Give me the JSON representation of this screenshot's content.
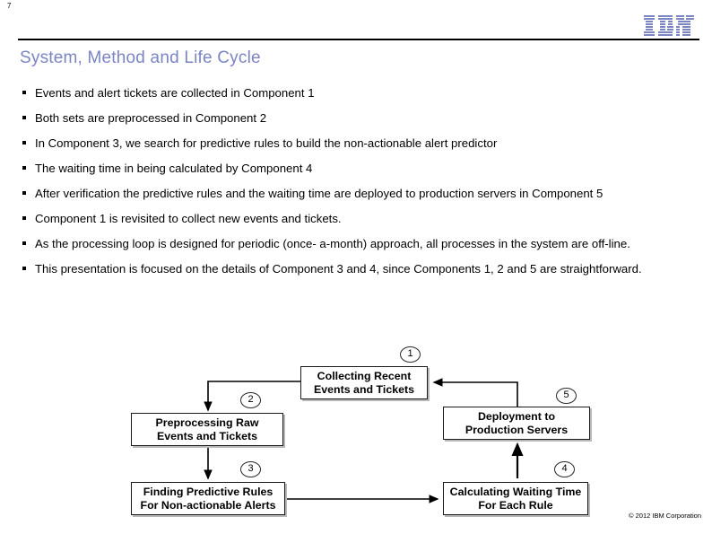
{
  "slide": {
    "number": "7",
    "title": "System, Method and Life Cycle",
    "accent_color": "#7b85c4",
    "text_color": "#000000",
    "background_color": "#ffffff"
  },
  "brand": {
    "logo_name": "IBM",
    "logo_color": "#7b85c4"
  },
  "bullets": [
    {
      "text": "Events and alert tickets are collected in Component 1"
    },
    {
      "text": "Both sets are preprocessed in Component 2"
    },
    {
      "text": "In Component 3, we search for predictive rules to build the non-actionable alert predictor"
    },
    {
      "text": "The waiting time in being calculated by Component 4"
    },
    {
      "text": "After verification the predictive rules and the waiting time are deployed to production servers in Component 5"
    },
    {
      "text": "Component 1 is revisited to collect new events and tickets."
    },
    {
      "text": "As the processing loop is designed for periodic (once- a-month) approach, all processes in the system are off-line."
    },
    {
      "text": "This presentation is focused on the details of Component 3 and 4, since Components 1, 2 and 5 are straightforward."
    }
  ],
  "diagram": {
    "type": "flowchart",
    "nodes": [
      {
        "id": "1",
        "badge": "1",
        "label": "Collecting Recent\nEvents and Tickets"
      },
      {
        "id": "2",
        "badge": "2",
        "label": "Preprocessing Raw\nEvents and Tickets"
      },
      {
        "id": "3",
        "badge": "3",
        "label": "Finding Predictive Rules\nFor Non-actionable Alerts"
      },
      {
        "id": "4",
        "badge": "4",
        "label": "Calculating Waiting Time\nFor Each Rule"
      },
      {
        "id": "5",
        "badge": "5",
        "label": "Deployment to\nProduction Servers"
      }
    ],
    "edges": [
      {
        "from": "1",
        "to": "2"
      },
      {
        "from": "2",
        "to": "3"
      },
      {
        "from": "3",
        "to": "4"
      },
      {
        "from": "4",
        "to": "5"
      },
      {
        "from": "5",
        "to": "1"
      }
    ]
  },
  "footer": {
    "copyright": "© 2012 IBM Corporation"
  }
}
